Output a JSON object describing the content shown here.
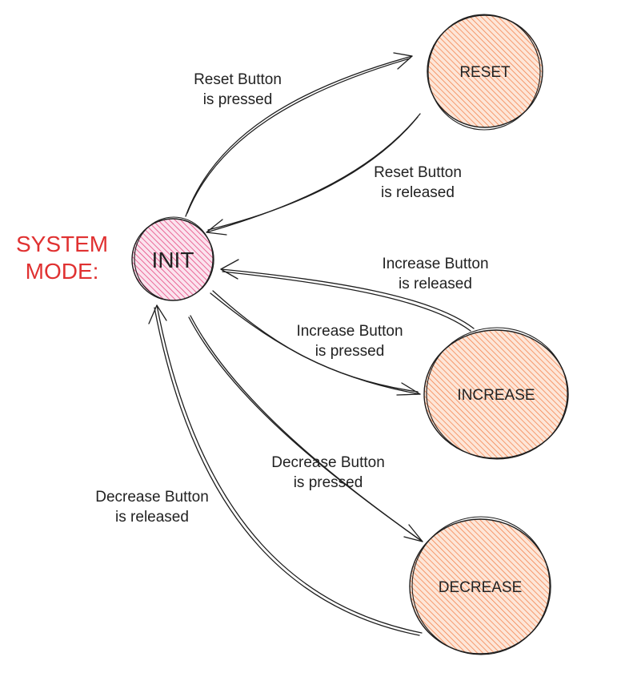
{
  "mode_label": {
    "line1": "SYSTEM",
    "line2": "MODE:"
  },
  "colors": {
    "init_fill": "#e64980",
    "state_fill": "#fa7a3c",
    "stroke": "#1e1e1e",
    "mode_text": "#e03131",
    "label_text": "#222222"
  },
  "states": {
    "init": "INIT",
    "reset": "RESET",
    "increase": "INCREASE",
    "decrease": "DECREASE"
  },
  "transitions": {
    "reset_pressed": {
      "line1": "Reset Button",
      "line2": "is pressed"
    },
    "reset_released": {
      "line1": "Reset Button",
      "line2": "is released"
    },
    "increase_released": {
      "line1": "Increase Button",
      "line2": "is released"
    },
    "increase_pressed": {
      "line1": "Increase Button",
      "line2": "is pressed"
    },
    "decrease_pressed": {
      "line1": "Decrease Button",
      "line2": "is pressed"
    },
    "decrease_released": {
      "line1": "Decrease Button",
      "line2": "is released"
    }
  }
}
